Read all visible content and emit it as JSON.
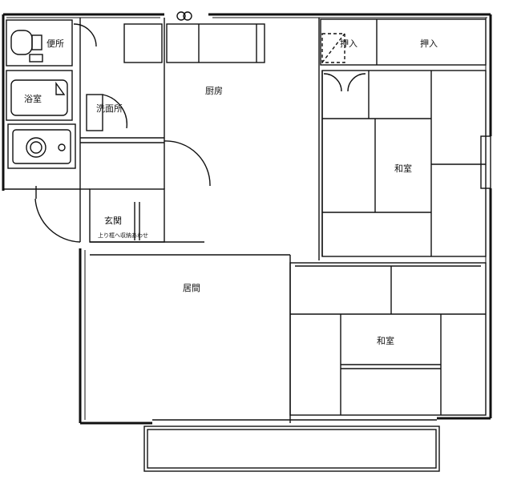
{
  "plan": {
    "ink_color": "#111111",
    "background": "#ffffff",
    "rooms": {
      "toilet": "便所",
      "bathroom": "浴室",
      "washroom": "洗面所",
      "kitchen": "厨房",
      "entrance": "玄関",
      "entrance_note": "上り框へ収納あわせ",
      "living": "居間",
      "closet_1": "押入",
      "closet_2": "押入",
      "washitsu_upper": "和室",
      "washitsu_lower": "和室"
    }
  }
}
